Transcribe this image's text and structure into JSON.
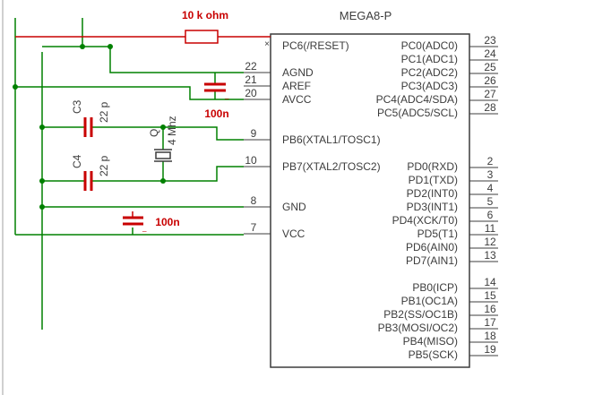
{
  "chip": {
    "name": "MEGA8-P",
    "left_pins": [
      {
        "num": "",
        "label": "PC6(/RESET)"
      },
      {
        "num": "22",
        "label": "AGND"
      },
      {
        "num": "21",
        "label": "AREF"
      },
      {
        "num": "20",
        "label": "AVCC"
      },
      {
        "num": "9",
        "label": "PB6(XTAL1/TOSC1)"
      },
      {
        "num": "10",
        "label": "PB7(XTAL2/TOSC2)"
      },
      {
        "num": "8",
        "label": "GND"
      },
      {
        "num": "7",
        "label": "VCC"
      }
    ],
    "right_pins": [
      {
        "num": "23",
        "label": "PC0(ADC0)"
      },
      {
        "num": "24",
        "label": "PC1(ADC1)"
      },
      {
        "num": "25",
        "label": "PC2(ADC2)"
      },
      {
        "num": "26",
        "label": "PC3(ADC3)"
      },
      {
        "num": "27",
        "label": "PC4(ADC4/SDA)"
      },
      {
        "num": "28",
        "label": "PC5(ADC5/SCL)"
      },
      {
        "num": "2",
        "label": "PD0(RXD)"
      },
      {
        "num": "3",
        "label": "PD1(TXD)"
      },
      {
        "num": "4",
        "label": "PD2(INT0)"
      },
      {
        "num": "5",
        "label": "PD3(INT1)"
      },
      {
        "num": "6",
        "label": "PD4(XCK/T0)"
      },
      {
        "num": "11",
        "label": "PD5(T1)"
      },
      {
        "num": "12",
        "label": "PD6(AIN0)"
      },
      {
        "num": "13",
        "label": "PD7(AIN1)"
      },
      {
        "num": "14",
        "label": "PB0(ICP)"
      },
      {
        "num": "15",
        "label": "PB1(OC1A)"
      },
      {
        "num": "16",
        "label": "PB2(SS/OC1B)"
      },
      {
        "num": "17",
        "label": "PB3(MOSI/OC2)"
      },
      {
        "num": "18",
        "label": "PB4(MISO)"
      },
      {
        "num": "19",
        "label": "PB5(SCK)"
      }
    ]
  },
  "components": {
    "resistor": {
      "value": "10 k ohm"
    },
    "cap_aref": {
      "value": "100n"
    },
    "cap_vcc": {
      "value": "100n"
    },
    "c3": {
      "name": "C3",
      "value": "22 p"
    },
    "c4": {
      "name": "C4",
      "value": "22 p"
    },
    "crystal": {
      "name": "Q",
      "value": "4 Mhz"
    }
  },
  "colors": {
    "wire": "#008000",
    "component": "#c80000",
    "chip_outline": "#3c3c3c"
  }
}
